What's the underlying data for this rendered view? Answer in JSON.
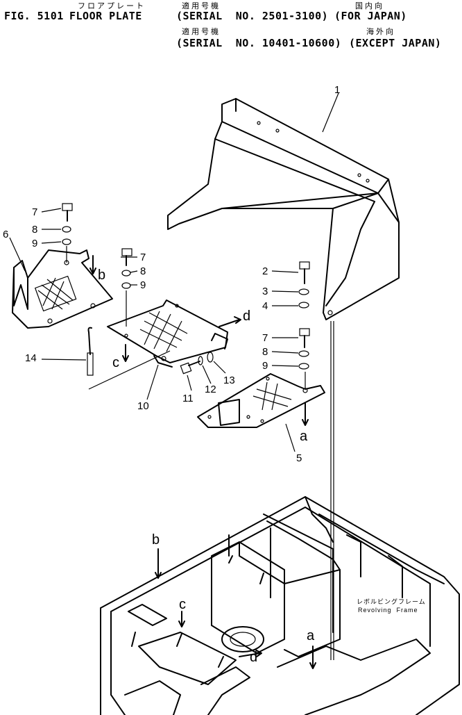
{
  "header": {
    "fig": "FIG. 5101",
    "title": "FLOOR PLATE",
    "title_jp": "フロアプレート",
    "applicable_jp_1": "適用号機",
    "serial_1": "(SERIAL  NO. 2501-3100)",
    "domestic_jp": "国内向",
    "for_japan": "(FOR JAPAN)",
    "applicable_jp_2": "適用号機",
    "serial_2": "(SERIAL  NO. 10401-10600)",
    "overseas_jp": "海外向",
    "except_japan": "(EXCEPT JAPAN)"
  },
  "callouts": [
    "1",
    "2",
    "3",
    "4",
    "5",
    "6",
    "7",
    "7",
    "7",
    "8",
    "8",
    "8",
    "9",
    "9",
    "9",
    "10",
    "11",
    "12",
    "13",
    "14"
  ],
  "arrows": [
    "a",
    "a",
    "b",
    "b",
    "c",
    "c",
    "d",
    "d"
  ],
  "frame_label": {
    "jp": "レボルビングフレーム",
    "en": "Revolving  Frame"
  }
}
